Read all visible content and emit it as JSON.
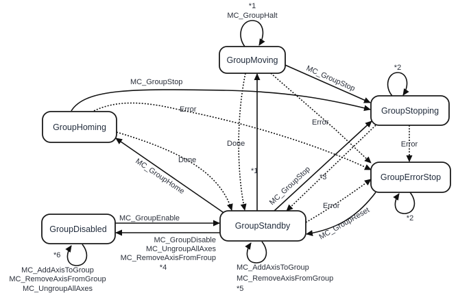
{
  "diagram": {
    "type": "state-machine",
    "nodes": {
      "moving": "GroupMoving",
      "stopping": "GroupStopping",
      "homing": "GroupHoming",
      "errorstop": "GroupErrorStop",
      "disabled": "GroupDisabled",
      "standby": "GroupStandby"
    },
    "labels": {
      "moving_self_note": "*1",
      "moving_self": "MC_GroupHalt",
      "stopping_self": "*2",
      "errorstop_self": "*2",
      "moving_to_stopping": "MC_GroupStop",
      "homing_to_stopping": "MC_GroupStop",
      "homing_to_errorstop": "Error",
      "moving_to_errorstop": "Error",
      "stopping_to_errorstop": "Error",
      "moving_to_standby": "Done",
      "homing_to_standby": "Done",
      "standby_to_moving": "*1",
      "standby_to_homing": "MC_GroupHome",
      "standby_to_stopping": "MC_GroupStop",
      "stopping_to_standby": "*3",
      "standby_to_errorstop": "Error",
      "errorstop_to_standby": "MC_GroupReset",
      "disabled_to_standby": "MC_GroupEnable",
      "standby_to_disabled": [
        "MC_GroupDisable",
        "MC_UngroupAllAxes",
        "MC_RemoveAxisFromFroup",
        "*4"
      ],
      "disabled_self_note": "*6",
      "disabled_self": [
        "MC_AddAxisToGroup",
        "MC_RemoveAxisFromGroup",
        "MC_UngroupAllAxes"
      ],
      "standby_self": [
        "MC_AddAxisToGroup",
        "MC_RemoveAxisFromGroup",
        "*5"
      ]
    }
  }
}
